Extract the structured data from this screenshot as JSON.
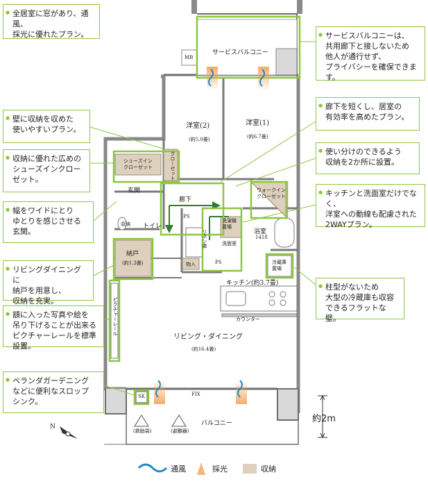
{
  "callouts": {
    "windows": "全居室に窓があり、通風、\n採光に優れたプラン。",
    "service_balcony": "サービスバルコニーは、\n共用廊下と接しないため\n他人が通行せず、\nプライバシーを確保できます。",
    "corridor": "廊下を短くし、居室の\n有効率を高めたプラン。",
    "wall_storage": "壁に収納を収めた\n使いやすいプラン。",
    "shoes_in": "収納に優れた広めの\nシューズインクロー\nゼット。",
    "two_storage": "使い分けのできるよう\n収納を2か所に設置。",
    "kitchen_2way": "キッチンと洗面室だけでなく、\n洋室への動線も配慮された\n2WAYプラン。",
    "entrance": "幅をワイドにとり\nゆとりを感じさせる\n玄関。",
    "nando": "リビングダイニングに\n納戸を用意し、\n収納を充実。",
    "picture_rail": "額に入った写真や絵を\n吊り下げることが出来る\nピクチャーレールを標準設置。",
    "no_pillar": "柱型がないため\n大型の冷蔵庫も収容\nできるフラットな壁。",
    "slop_sink": "ベランダガーデニング\nなどに便利なスロップ\nシンク。"
  },
  "rooms": {
    "service_balcony": "サービスバルコニー",
    "mb": "MB",
    "western2": "洋室(2)",
    "western2_size": "(約5.0畳)",
    "western1": "洋室(1)",
    "western1_size": "(約6.7畳)",
    "shoes_closet": "シューズイン\nクローゼット",
    "closet": "クローゼット",
    "entrance": "玄関",
    "corridor": "廊下",
    "walkin": "ウォークイン\nクローゼット",
    "storage_box": "収納",
    "toilet": "トイレ",
    "ps1": "PS",
    "ps2": "PS",
    "washer": "洗濯機\n置場",
    "bath": "浴室",
    "bath_size": "1418",
    "washroom": "洗面室",
    "linen": "リネン庫",
    "nando": "納戸",
    "nando_size": "(約1.3畳)",
    "storage_small": "物入",
    "fridge": "冷蔵庫\n置場",
    "kitchen": "キッチン(約3.7畳)",
    "counter": "カウンター",
    "living": "リビング・ダイニング",
    "living_size": "(約16.4畳)",
    "picture_rail": "ピクチャーレール",
    "sk": "SK",
    "fix": "FIX",
    "balcony": "バルコニー",
    "rescue1": "(救助袋)",
    "rescue2": "(避難器)"
  },
  "compass": "N",
  "scale_label": "約2m",
  "legend": {
    "wind": "通風",
    "light": "採光",
    "storage": "収納"
  },
  "colors": {
    "accent_green": "#8cc63f",
    "arrow_green": "#2e7d32",
    "storage_fill": "#ddd0bd",
    "wind_blue": "#1f8ac0",
    "light_orange": "#f2a25a",
    "wall": "#6d6d6d",
    "wall_light": "#bfbfbf"
  }
}
